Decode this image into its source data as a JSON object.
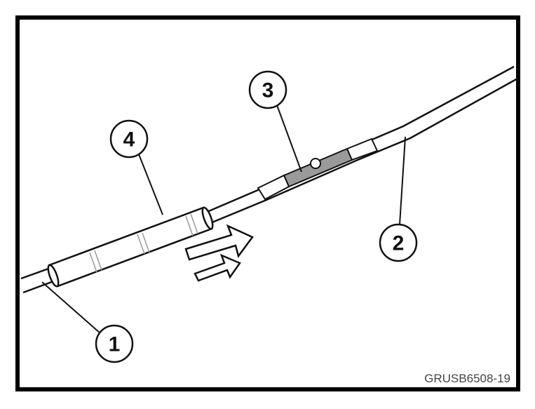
{
  "callouts": [
    {
      "number": "1",
      "part": "wire-end-1"
    },
    {
      "number": "2",
      "part": "wire-end-2"
    },
    {
      "number": "3",
      "part": "butt-connector"
    },
    {
      "number": "4",
      "part": "heat-shrink-tube"
    }
  ],
  "figure_code": "GRUSB6508-19",
  "colors": {
    "frame": "#000000",
    "line": "#111111",
    "connector": "#9a9a9a"
  }
}
